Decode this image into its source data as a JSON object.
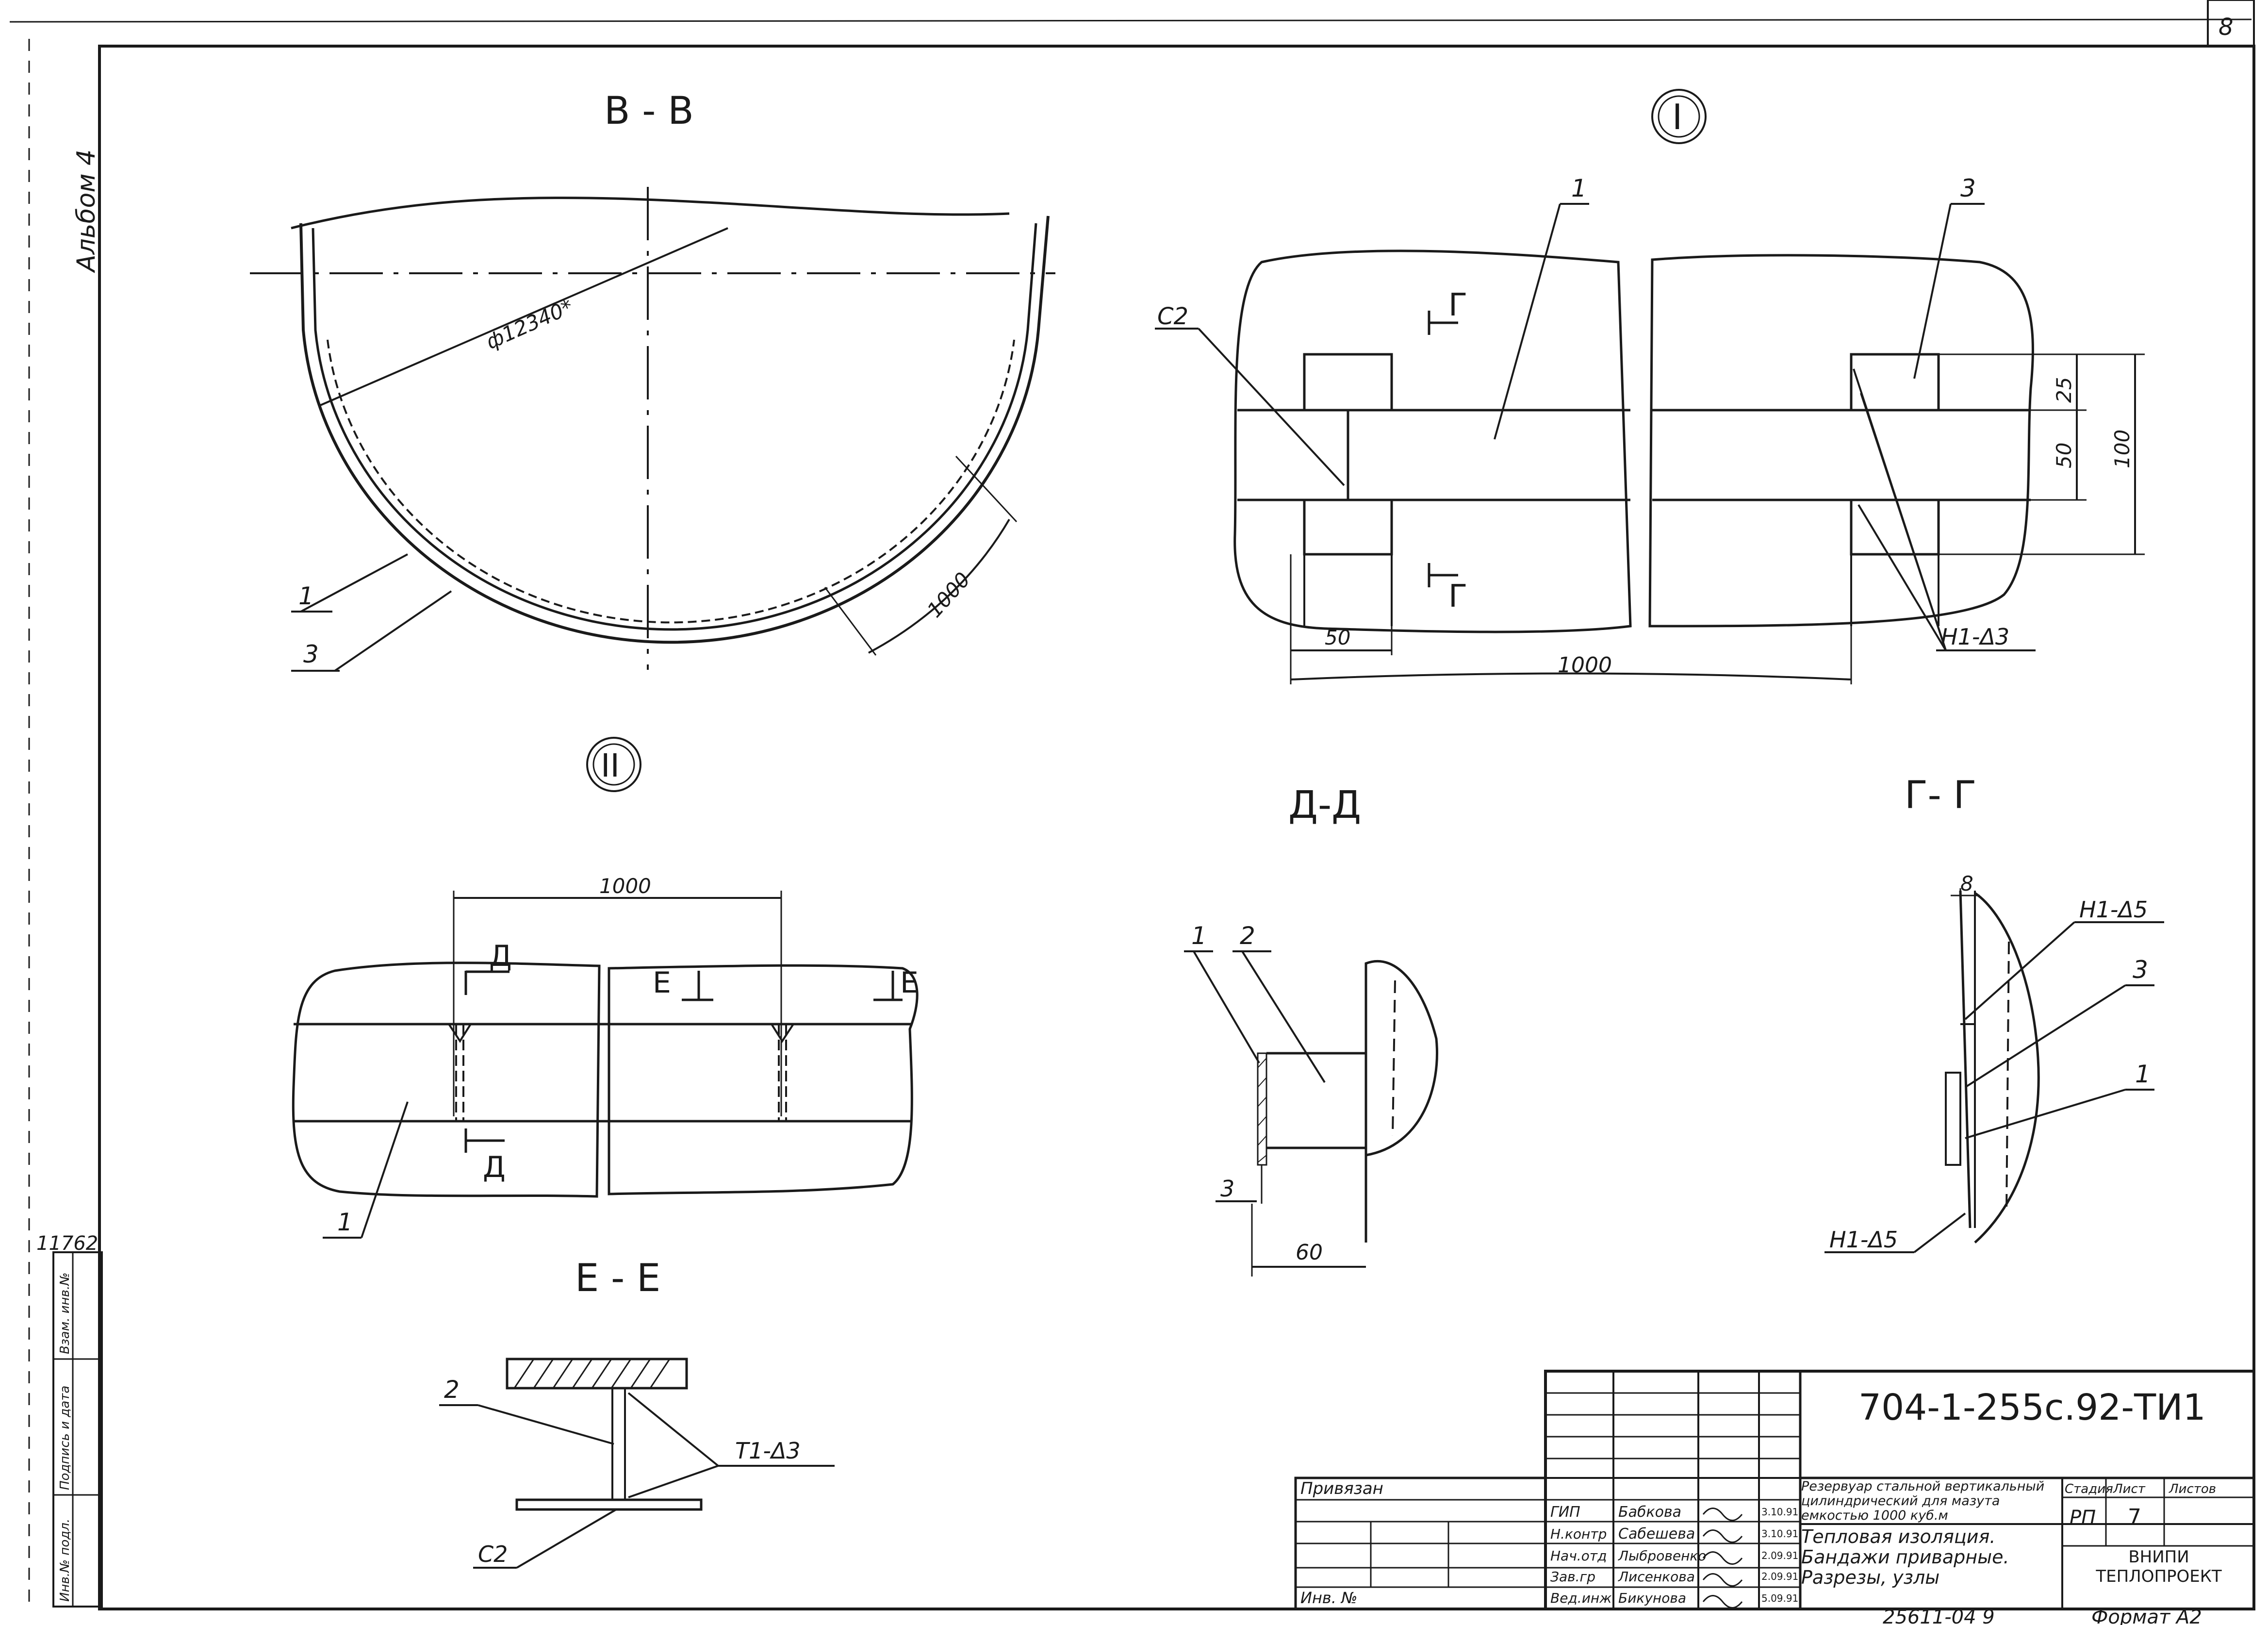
{
  "sheet": {
    "page_number": "8",
    "album_label": "Альбом 4",
    "inventory_number": "11762",
    "bottom_note": "25611-04 9",
    "format_label": "Формат А2"
  },
  "views": {
    "v_section": {
      "title": "В - В",
      "diameter": "ф12340*",
      "arc_length": "1000",
      "callouts": [
        "1",
        "3"
      ]
    },
    "node1": {
      "marker": "I",
      "callouts": [
        "1",
        "3"
      ],
      "weld_c2": "С2",
      "section_mark": "Г",
      "dims": [
        "25",
        "50",
        "100",
        "50",
        "1000"
      ],
      "weld_h1": "Н1-Δ3"
    },
    "node2": {
      "marker": "II",
      "top_dim": "1000",
      "section_d": "Д",
      "section_e": "Е",
      "callout": "1"
    },
    "d_section": {
      "title": "Д-Д",
      "callouts": [
        "1",
        "2"
      ],
      "thickness": "3",
      "width": "60"
    },
    "g_section": {
      "title": "Г- Г",
      "thickness": "8",
      "weld_top": "Н1-Δ5",
      "weld_bottom": "Н1-Δ5",
      "callouts": [
        "3",
        "1"
      ]
    },
    "e_section": {
      "title": "Е - Е",
      "callout": "2",
      "weld_t1": "Т1-Δ3",
      "weld_c2": "С2"
    }
  },
  "title_block": {
    "doc_code": "704-1-255с.92-ТИ1",
    "privyazan": "Привязан",
    "inv_label": "Инв. №",
    "roles": [
      "ГИП",
      "Н.контр",
      "Нач.отд",
      "Зав.гр",
      "Вед.инж"
    ],
    "names": [
      "Бабкова",
      "Сабешева",
      "Лыбровенко",
      "Лисенкова",
      "Бикунова"
    ],
    "dates": [
      "3.10.91",
      "3.10.91",
      "2.09.91",
      "2.09.91",
      "5.09.91"
    ],
    "object_title": "Резервуар стальной вертикальный цилиндрический для мазута емкостью 1000 куб.м",
    "sheet_title": "Тепловая изоляция. Бандажи приварные. Разрезы, узлы",
    "stage_header": "Стадия",
    "sheet_header": "Лист",
    "sheets_header": "Листов",
    "stage": "РП",
    "sheet_no": "7",
    "org": "ВНИПИ ТЕПЛОПРОЕКТ"
  },
  "side_stamp": {
    "labels": [
      "Инв.№ подл.",
      "Подпись и дата",
      "Взам. инв.№"
    ]
  }
}
